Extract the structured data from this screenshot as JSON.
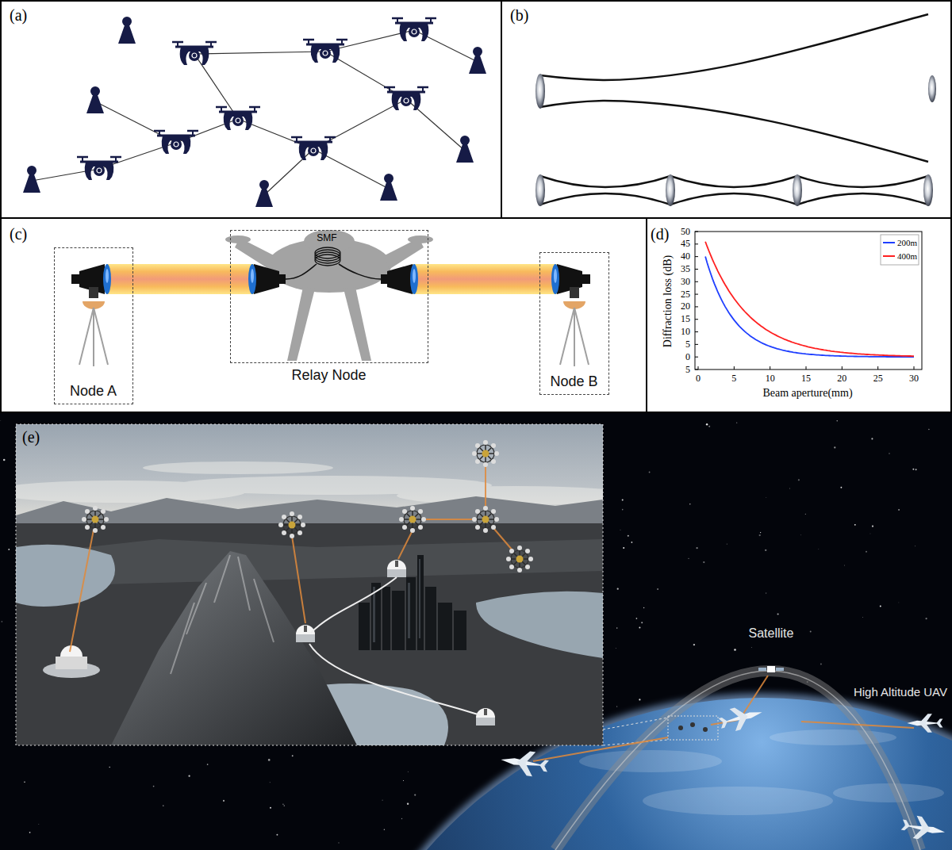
{
  "diagram": {
    "nodes": [
      {
        "text": [
          "Node A"
        ]
      },
      {
        "text": [
          "Relay Node"
        ]
      },
      {
        "text": [
          "Node B"
        ]
      }
    ],
    "edges": [
      {
        "from": 0,
        "to": 1,
        "arrow": "none"
      },
      {
        "from": 1,
        "to": 2,
        "arrow": "none"
      }
    ],
    "labels": [
      "(a)",
      "(b)",
      "(c)",
      "SMF",
      "(d)",
      "Diffraction loss (dB)",
      "50",
      "45",
      "40",
      "35",
      "30",
      "25",
      "20",
      "15",
      "10",
      "5",
      "0",
      "5",
      "0",
      "5",
      "10",
      "15",
      "20",
      "25",
      "30",
      "Beam aperture(mm)",
      "(e)",
      "Satellite",
      "High Altitude UAV"
    ],
    "legend": [
      {
        "text": "200m"
      },
      {
        "text": "400m"
      }
    ]
  }
}
